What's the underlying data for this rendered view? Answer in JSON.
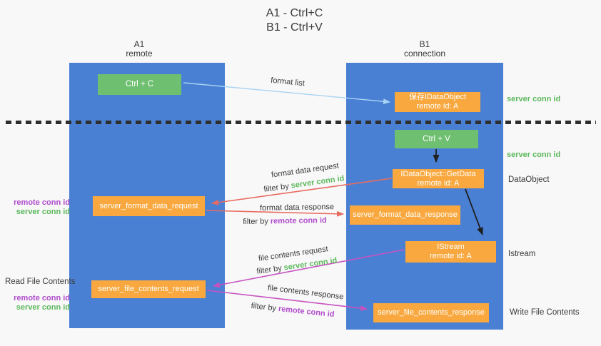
{
  "title": {
    "line1": "A1 - Ctrl+C",
    "line2": "B1 - Ctrl+V"
  },
  "lanes": {
    "a": {
      "title": "A1",
      "subtitle": "remote"
    },
    "b": {
      "title": "B1",
      "subtitle": "connection"
    }
  },
  "nodes": {
    "ctrl_c": {
      "label": "Ctrl + C"
    },
    "save_dataobject": {
      "line1": "保存IDataObject",
      "line2": "remote id: A"
    },
    "ctrl_v": {
      "label": "Ctrl + V"
    },
    "getdata": {
      "line1": "IDataObject::GetData",
      "line2": "remote id: A"
    },
    "format_request": {
      "label": "server_format_data_request"
    },
    "format_response": {
      "label": "server_format_data_response"
    },
    "istream": {
      "line1": "IStream",
      "line2": "remote id: A"
    },
    "file_request": {
      "label": "server_file_contents_request"
    },
    "file_response": {
      "label": "server_file_contents_response"
    }
  },
  "edges": {
    "format_list": "format list",
    "format_data_request": "format data request",
    "format_data_response": "format data response",
    "file_contents_request": "file contents request",
    "file_contents_response": "file contents response",
    "filter_by": "filter by",
    "server_conn_id": "server conn id",
    "remote_conn_id": "remote conn id"
  },
  "side_labels": {
    "left_remote_conn_id": "remote conn id",
    "left_server_conn_id": "server conn id",
    "read_file_contents": "Read File Contents",
    "right_server_conn_id_top": "server conn id",
    "right_server_conn_id_mid": "server conn id",
    "dataobject": "DataObject",
    "istream": "Istream",
    "write_file_contents": "Write File Contents"
  },
  "colors": {
    "bg": "#f8f8f8",
    "lane": "#4a80d4",
    "green_box": "#6fbf70",
    "orange_box": "#f8a83e",
    "green_text": "#5cb85c",
    "purple_text": "#b04ccc",
    "red_arrow": "#e86b60",
    "magenta_arrow": "#c653c0",
    "blue_arrow": "#a8d3f2",
    "dark_text": "#3a3a3a",
    "black_arrow": "#1f1f1f"
  }
}
